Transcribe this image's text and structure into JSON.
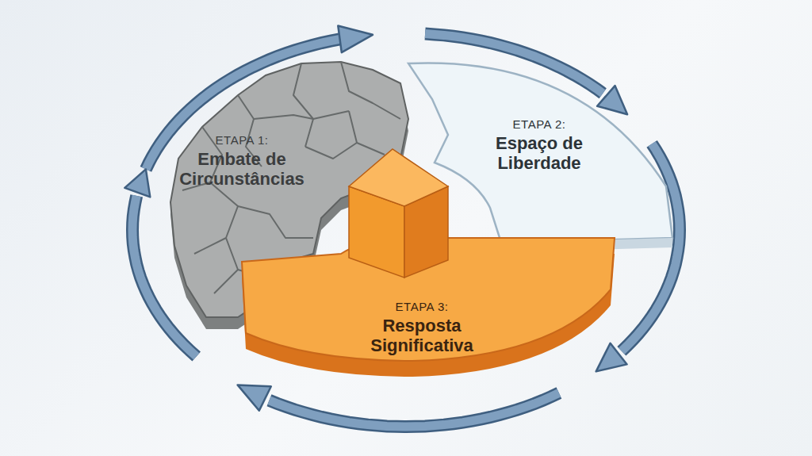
{
  "diagram": {
    "nodes": [
      {
        "text": [
          "ETAPA 1:",
          "Embate de Circunstâncias"
        ]
      },
      {
        "text": [
          "ETAPA 2:",
          "Espaço de Liberdade"
        ]
      },
      {
        "text": [
          "ETAPA 3:",
          "Resposta Significativa"
        ]
      }
    ]
  }
}
